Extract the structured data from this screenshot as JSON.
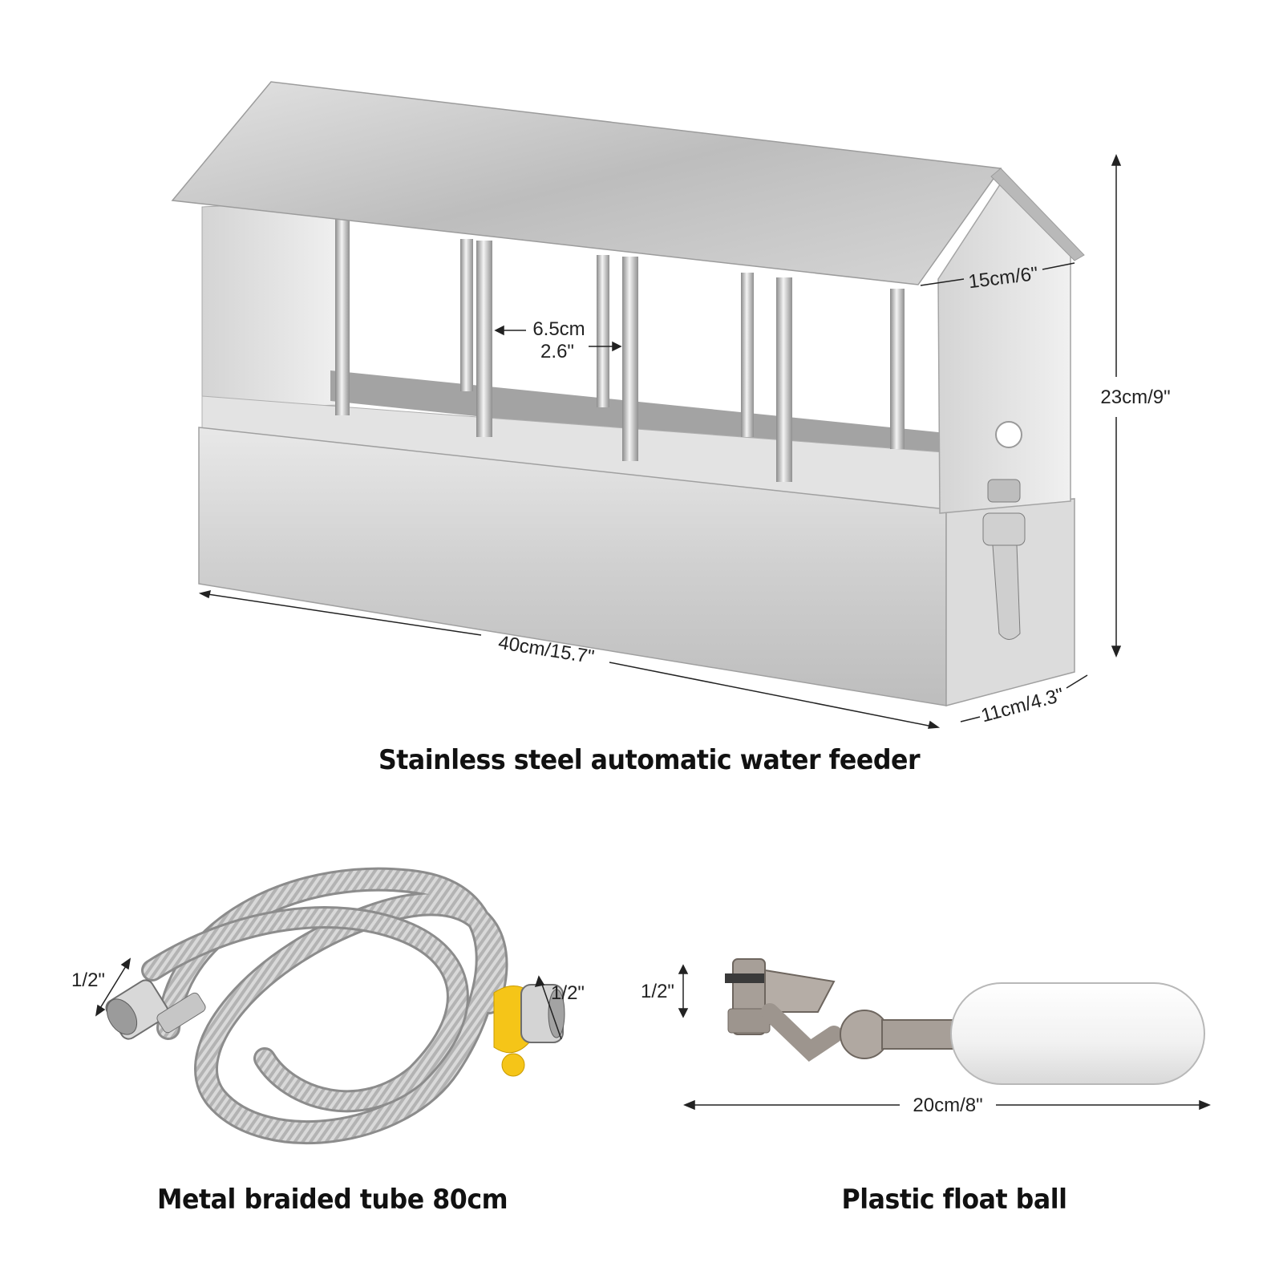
{
  "feeder": {
    "caption": "Stainless steel automatic water feeder",
    "dim_bar_spacing_cm": "6.5cm",
    "dim_bar_spacing_in": "2.6\"",
    "dim_roof_width": "15cm/6\"",
    "dim_height": "23cm/9\"",
    "dim_length": "40cm/15.7\"",
    "dim_depth": "11cm/4.3\""
  },
  "tube": {
    "caption": "Metal braided tube 80cm",
    "dim_end_left": "1/2\"",
    "dim_end_right": "1/2\""
  },
  "float_ball": {
    "caption": "Plastic float ball",
    "dim_thread": "1/2\"",
    "dim_length": "20cm/8\""
  },
  "colors": {
    "steel": "#c9c9c9",
    "steel_dark": "#9a9a9a",
    "valve_gray": "#a79f98",
    "float_white": "#f4f4f4",
    "cap_yellow": "#f5c518"
  }
}
